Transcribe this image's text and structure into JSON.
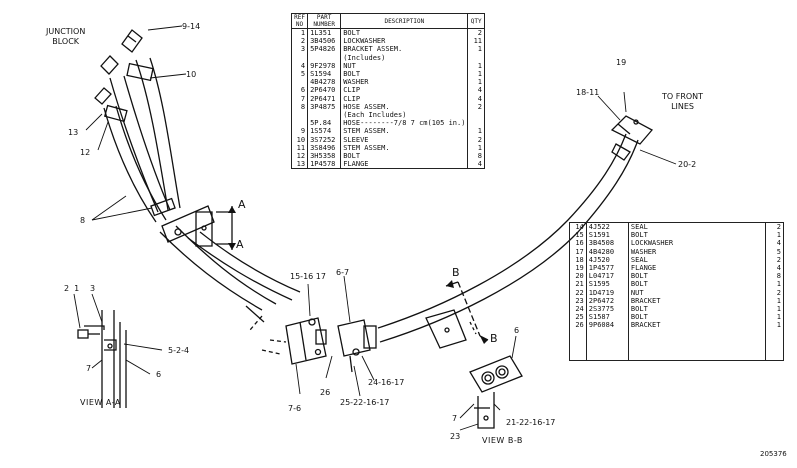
{
  "labels": {
    "junction_block": "JUNCTION\nBLOCK",
    "to_front_lines": "TO FRONT\nLINES",
    "view_aa": "VIEW A-A",
    "view_bb": "VIEW B-B",
    "section_a_top": "A",
    "section_a_bottom": "A",
    "section_b_top": "B",
    "section_b_bottom": "B",
    "drawing_number": "205376"
  },
  "callouts": {
    "c_9_14": "9-14",
    "c_10": "10",
    "c_13": "13",
    "c_12": "12",
    "c_8": "8",
    "c_19": "19",
    "c_18_11": "18-11",
    "c_20_2": "20-2",
    "c_15_16_17": "15-16 17",
    "c_6_7_top": "6-7",
    "c_7_6": "7-6",
    "c_26": "26",
    "c_24_16_17": "24-16-17",
    "c_25_22_16_17": "25-22-16-17",
    "c_2_1": "2  1",
    "c_3": "3",
    "c_7_a": "7",
    "c_5_2_4": "5-2-4",
    "c_6_a": "6",
    "c_6_b": "6",
    "c_7_b": "7",
    "c_23": "23",
    "c_21_22_16_17": "21-22-16-17"
  },
  "parts_table": {
    "headers": {
      "ref": "REF\nNO",
      "part": "PART\nNUMBER",
      "desc": "DESCRIPTION",
      "qty": "QTY"
    },
    "rows": [
      {
        "ref": "1",
        "part": "1L351",
        "desc": "BOLT",
        "qty": "2"
      },
      {
        "ref": "2",
        "part": "3B4506",
        "desc": "LOCKWASHER",
        "qty": "11"
      },
      {
        "ref": "3",
        "part": "5P4826",
        "desc": "BRACKET ASSEM.",
        "qty": "1"
      },
      {
        "ref": "",
        "part": "",
        "desc": "   (Includes)",
        "qty": ""
      },
      {
        "ref": "4",
        "part": "9F2978",
        "desc": "   NUT",
        "qty": "1"
      },
      {
        "ref": "5",
        "part": "S1594",
        "desc": "BOLT",
        "qty": "1"
      },
      {
        "ref": "",
        "part": "4B4278",
        "desc": "WASHER",
        "qty": "1"
      },
      {
        "ref": "6",
        "part": "2P6470",
        "desc": "CLIP",
        "qty": "4"
      },
      {
        "ref": "7",
        "part": "2P6471",
        "desc": "CLIP",
        "qty": "4"
      },
      {
        "ref": "8",
        "part": "3P4875",
        "desc": "HOSE ASSEM.",
        "qty": "2"
      },
      {
        "ref": "",
        "part": "",
        "desc": "   (Each Includes)",
        "qty": ""
      },
      {
        "ref": "",
        "part": "5P.84",
        "desc": "   HOSE--------7/8 7 cm(105 in.)",
        "qty": ""
      },
      {
        "ref": "9",
        "part": "1S574",
        "desc": "   STEM ASSEM.",
        "qty": "1"
      },
      {
        "ref": "10",
        "part": "3S7252",
        "desc": "   SLEEVE",
        "qty": "2"
      },
      {
        "ref": "11",
        "part": "3S8496",
        "desc": "   STEM ASSEM.",
        "qty": "1"
      },
      {
        "ref": "12",
        "part": "3H5358",
        "desc": "BOLT",
        "qty": "8"
      },
      {
        "ref": "13",
        "part": "1P4578",
        "desc": "FLANGE",
        "qty": "4"
      }
    ]
  },
  "side_table": {
    "rows": [
      {
        "ref": "14",
        "part": "4J522",
        "desc": "SEAL",
        "qty": "2"
      },
      {
        "ref": "15",
        "part": "S1591",
        "desc": "BOLT",
        "qty": "1"
      },
      {
        "ref": "16",
        "part": "3B4508",
        "desc": "LOCKWASHER",
        "qty": "4"
      },
      {
        "ref": "17",
        "part": "4B4280",
        "desc": "WASHER",
        "qty": "5"
      },
      {
        "ref": "18",
        "part": "4J520",
        "desc": "SEAL",
        "qty": "2"
      },
      {
        "ref": "19",
        "part": "1P4577",
        "desc": "FLANGE",
        "qty": "4"
      },
      {
        "ref": "20",
        "part": "L04717",
        "desc": "BOLT",
        "qty": "8"
      },
      {
        "ref": "21",
        "part": "S1595",
        "desc": "BOLT",
        "qty": "1"
      },
      {
        "ref": "22",
        "part": "1D4719",
        "desc": "NUT",
        "qty": "2"
      },
      {
        "ref": "23",
        "part": "2P6472",
        "desc": "BRACKET",
        "qty": "1"
      },
      {
        "ref": "24",
        "part": "2S3775",
        "desc": "BOLT",
        "qty": "1"
      },
      {
        "ref": "25",
        "part": "S1587",
        "desc": "BOLT",
        "qty": "1"
      },
      {
        "ref": "26",
        "part": "9P6084",
        "desc": "BRACKET",
        "qty": "1"
      }
    ]
  }
}
